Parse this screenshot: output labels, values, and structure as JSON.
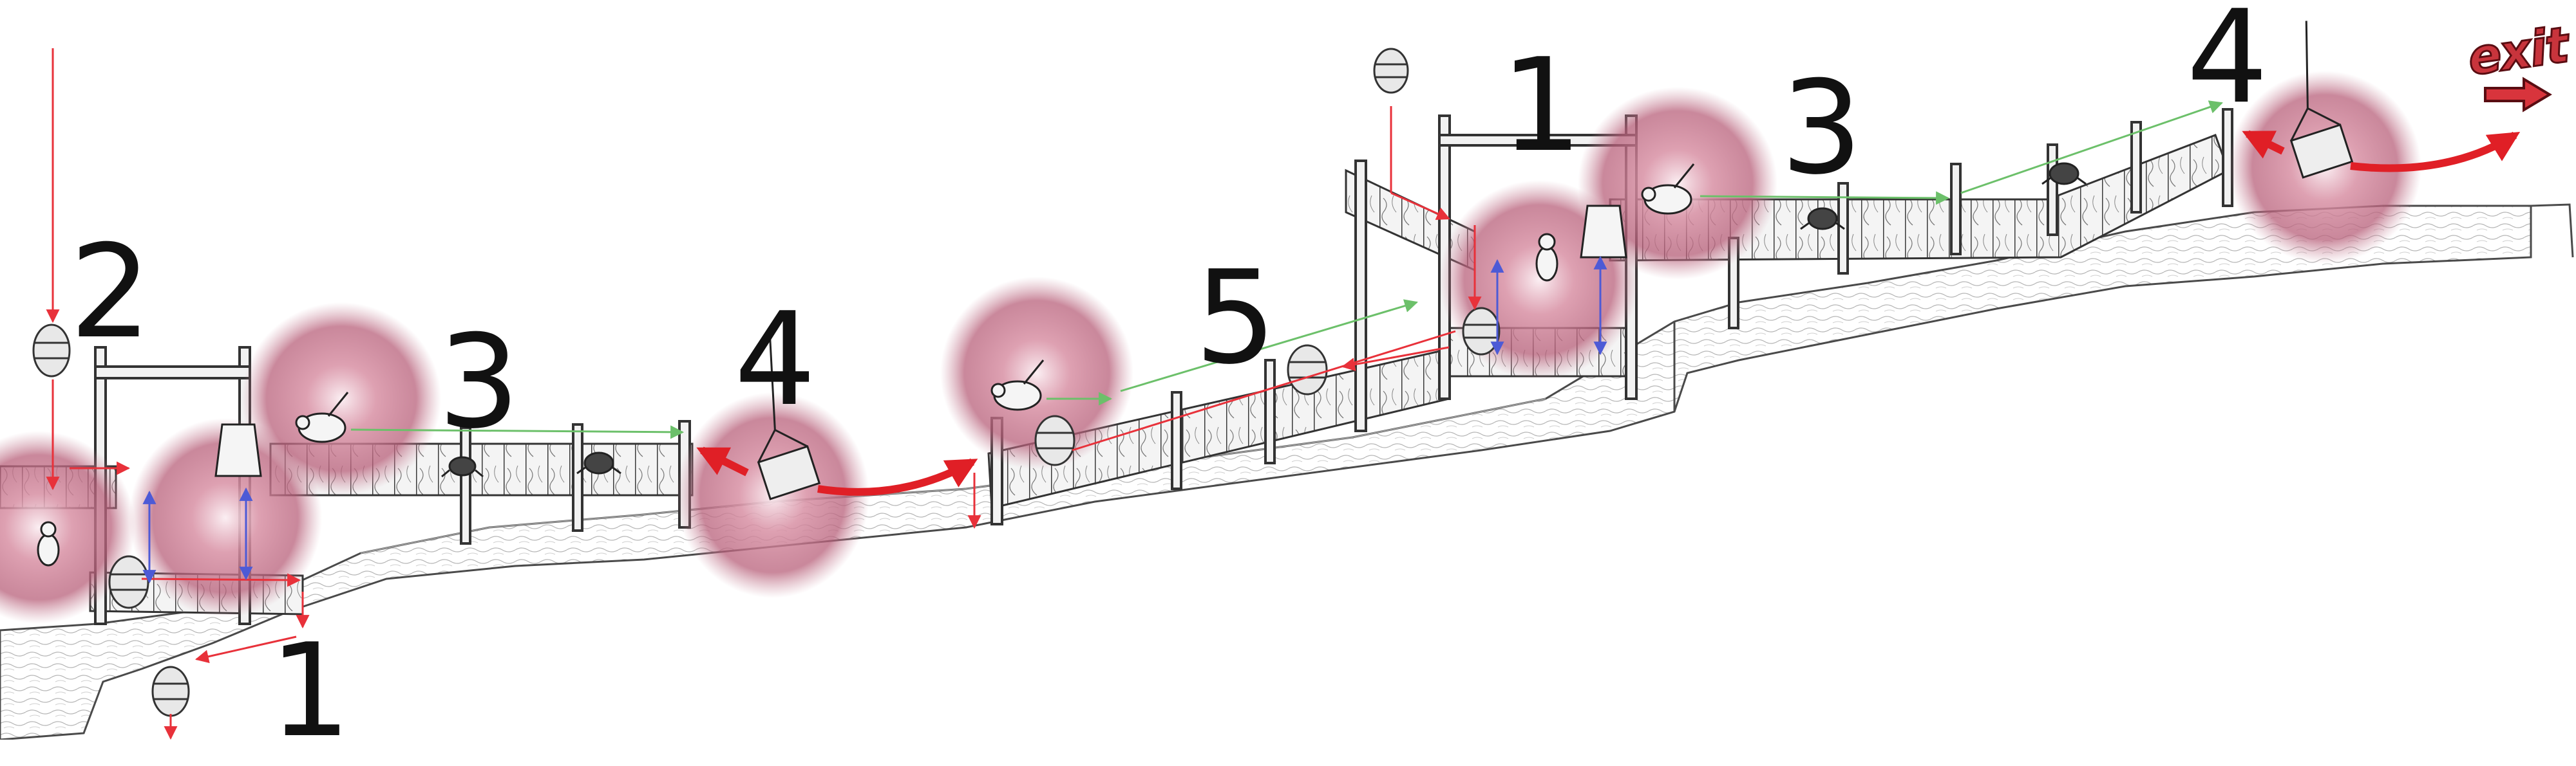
{
  "level_map": {
    "step_labels": [
      "1",
      "2",
      "3",
      "4",
      "5",
      "1",
      "3",
      "4"
    ],
    "exit_sign": "exit"
  },
  "colors": {
    "highlight": "#c9738c",
    "path_red": "#e8313a",
    "path_green": "#6cc06a",
    "path_blue": "#4d5ad6",
    "ink": "#2a2a2a"
  },
  "icons": [
    "barrel-icon",
    "crab-icon",
    "pig-icon",
    "rope-basket-icon",
    "arrow-icon"
  ]
}
